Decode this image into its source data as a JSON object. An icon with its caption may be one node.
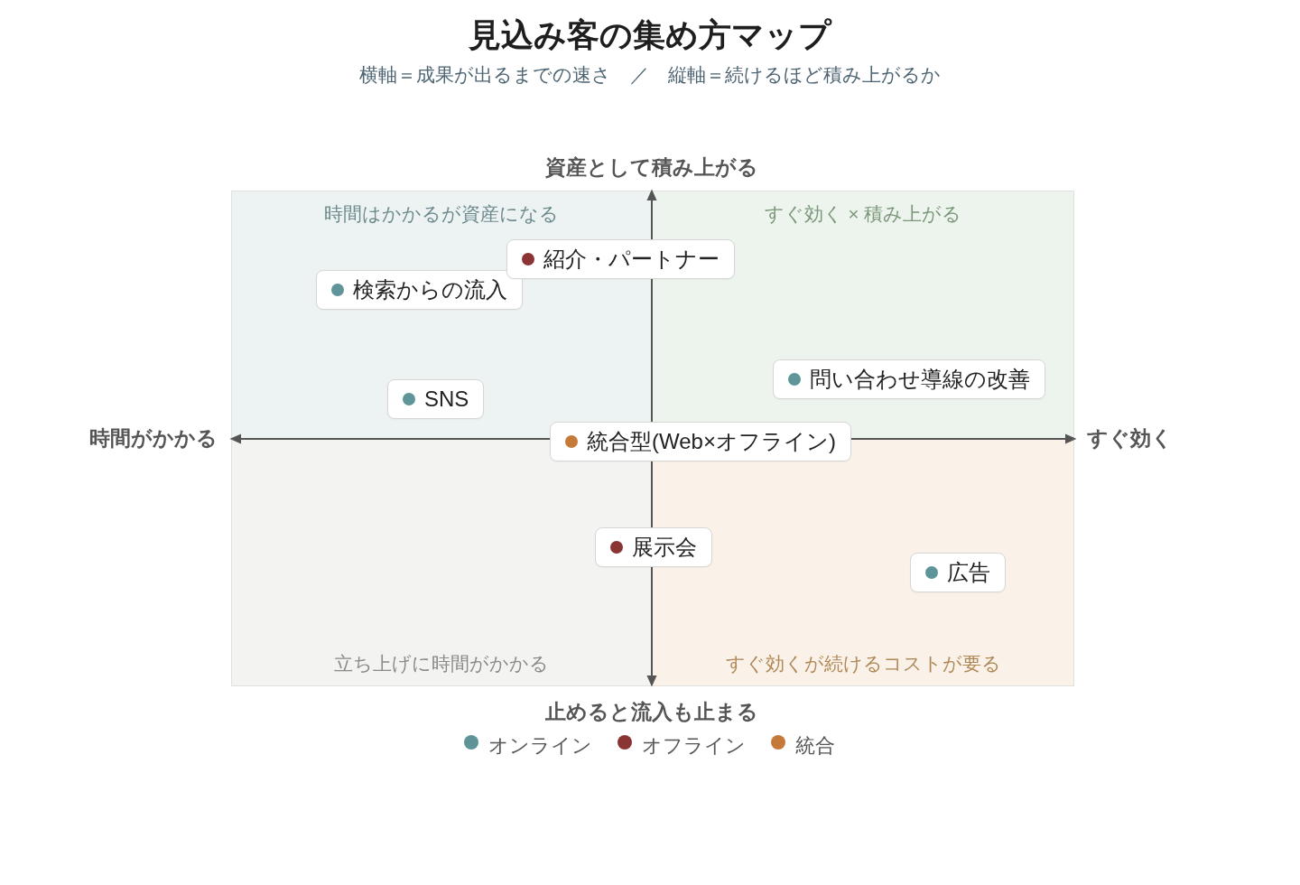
{
  "diagram": {
    "title": "見込み客の集め方マップ",
    "nodes": [
      {
        "text": [
          "時間はかかるが資産になる"
        ]
      },
      {
        "text": [
          "すぐ効く × 積み上がる"
        ]
      },
      {
        "text": [
          "立ち上げに時間がかかる"
        ]
      },
      {
        "text": [
          "すぐ効くが続けるコストが要る"
        ]
      },
      {
        "text": [
          "紹介・パートナー"
        ]
      },
      {
        "text": [
          "検索からの流入"
        ],
        "in": 0
      },
      {
        "text": [
          "問い合わせ導線の改善"
        ],
        "in": 1
      },
      {
        "text": [
          "SNS"
        ],
        "in": 0
      },
      {
        "text": [
          "統合型(Web×オフライン)"
        ]
      },
      {
        "text": [
          "展示会"
        ]
      },
      {
        "text": [
          "広告"
        ],
        "in": 3
      }
    ],
    "labels": [
      "横軸＝成果が出るまでの速さ　／　縦軸＝続けるほど積み上がるか",
      "資産として積み上がる",
      "時間がかかる",
      "すぐ効く",
      "止めると流入も止まる"
    ],
    "legend": [
      {
        "text": "オンライン",
        "color": "#5f9598"
      },
      {
        "text": "オフライン",
        "color": "#8a3434"
      },
      {
        "text": "統合",
        "color": "#c57a3a"
      }
    ]
  }
}
